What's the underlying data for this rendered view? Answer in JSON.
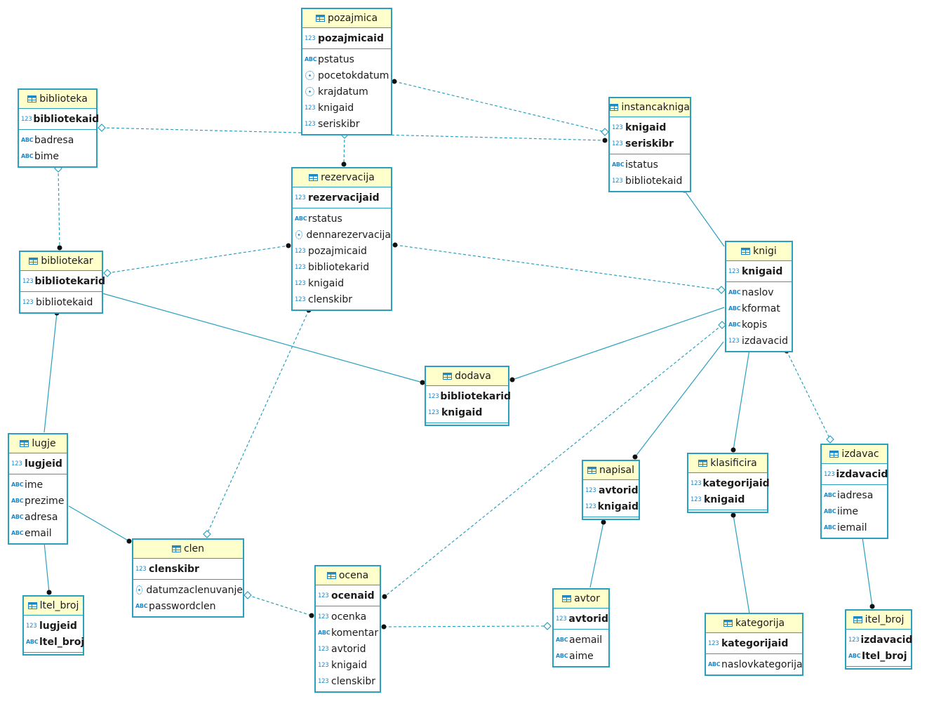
{
  "tables": [
    {
      "id": "pozajmica",
      "name": "pozajmica",
      "keys": [
        {
          "type": "123",
          "col": "pozajmicaid"
        }
      ],
      "cols": [
        {
          "type": "abc",
          "col": "pstatus"
        },
        {
          "type": "date",
          "col": "pocetokdatum"
        },
        {
          "type": "date",
          "col": "krajdatum"
        },
        {
          "type": "123",
          "col": "knigaid"
        },
        {
          "type": "123",
          "col": "seriskibr"
        }
      ]
    },
    {
      "id": "biblioteka",
      "name": "biblioteka",
      "keys": [
        {
          "type": "123",
          "col": "bibliotekaid"
        }
      ],
      "cols": [
        {
          "type": "abc",
          "col": "badresa"
        },
        {
          "type": "abc",
          "col": "bime"
        }
      ]
    },
    {
      "id": "instancakniga",
      "name": "instancakniga",
      "keys": [
        {
          "type": "123",
          "col": "knigaid"
        },
        {
          "type": "123",
          "col": "seriskibr"
        }
      ],
      "cols": [
        {
          "type": "abc",
          "col": "istatus"
        },
        {
          "type": "123",
          "col": "bibliotekaid"
        }
      ]
    },
    {
      "id": "rezervacija",
      "name": "rezervacija",
      "keys": [
        {
          "type": "123",
          "col": "rezervacijaid"
        }
      ],
      "cols": [
        {
          "type": "abc",
          "col": "rstatus"
        },
        {
          "type": "date",
          "col": "dennarezervacija"
        },
        {
          "type": "123",
          "col": "pozajmicaid"
        },
        {
          "type": "123",
          "col": "bibliotekarid"
        },
        {
          "type": "123",
          "col": "knigaid"
        },
        {
          "type": "123",
          "col": "clenskibr"
        }
      ]
    },
    {
      "id": "bibliotekar",
      "name": "bibliotekar",
      "keys": [
        {
          "type": "123",
          "col": "bibliotekarid"
        }
      ],
      "cols": [
        {
          "type": "123",
          "col": "bibliotekaid"
        }
      ]
    },
    {
      "id": "knigi",
      "name": "knigi",
      "keys": [
        {
          "type": "123",
          "col": "knigaid"
        }
      ],
      "cols": [
        {
          "type": "abc",
          "col": "naslov"
        },
        {
          "type": "abc",
          "col": "kformat"
        },
        {
          "type": "abc",
          "col": "kopis"
        },
        {
          "type": "123",
          "col": "izdavacid"
        }
      ]
    },
    {
      "id": "dodava",
      "name": "dodava",
      "keys": [
        {
          "type": "123",
          "col": "bibliotekarid"
        },
        {
          "type": "123",
          "col": "knigaid"
        }
      ],
      "cols": []
    },
    {
      "id": "lugje",
      "name": "lugje",
      "keys": [
        {
          "type": "123",
          "col": "lugjeid"
        }
      ],
      "cols": [
        {
          "type": "abc",
          "col": "ime"
        },
        {
          "type": "abc",
          "col": "prezime"
        },
        {
          "type": "abc",
          "col": "adresa"
        },
        {
          "type": "abc",
          "col": "email"
        }
      ]
    },
    {
      "id": "napisal",
      "name": "napisal",
      "keys": [
        {
          "type": "123",
          "col": "avtorid"
        },
        {
          "type": "123",
          "col": "knigaid"
        }
      ],
      "cols": []
    },
    {
      "id": "klasificira",
      "name": "klasificira",
      "keys": [
        {
          "type": "123",
          "col": "kategorijaid"
        },
        {
          "type": "123",
          "col": "knigaid"
        }
      ],
      "cols": []
    },
    {
      "id": "izdavac",
      "name": "izdavac",
      "keys": [
        {
          "type": "123",
          "col": "izdavacid"
        }
      ],
      "cols": [
        {
          "type": "abc",
          "col": "iadresa"
        },
        {
          "type": "abc",
          "col": "iime"
        },
        {
          "type": "abc",
          "col": "iemail"
        }
      ]
    },
    {
      "id": "clen",
      "name": "clen",
      "keys": [
        {
          "type": "123",
          "col": "clenskibr"
        }
      ],
      "cols": [
        {
          "type": "date",
          "col": "datumzaclenuvanje"
        },
        {
          "type": "abc",
          "col": "passwordclen"
        }
      ]
    },
    {
      "id": "ltel_broj",
      "name": "ltel_broj",
      "keys": [
        {
          "type": "123",
          "col": "lugjeid"
        },
        {
          "type": "abc",
          "col": "ltel_broj"
        }
      ],
      "cols": []
    },
    {
      "id": "ocena",
      "name": "ocena",
      "keys": [
        {
          "type": "123",
          "col": "ocenaid"
        }
      ],
      "cols": [
        {
          "type": "123",
          "col": "ocenka"
        },
        {
          "type": "abc",
          "col": "komentar"
        },
        {
          "type": "123",
          "col": "avtorid"
        },
        {
          "type": "123",
          "col": "knigaid"
        },
        {
          "type": "123",
          "col": "clenskibr"
        }
      ]
    },
    {
      "id": "avtor",
      "name": "avtor",
      "keys": [
        {
          "type": "123",
          "col": "avtorid"
        }
      ],
      "cols": [
        {
          "type": "abc",
          "col": "aemail"
        },
        {
          "type": "abc",
          "col": "aime"
        }
      ]
    },
    {
      "id": "kategorija",
      "name": "kategorija",
      "keys": [
        {
          "type": "123",
          "col": "kategorijaid"
        }
      ],
      "cols": [
        {
          "type": "abc",
          "col": "naslovkategorija"
        }
      ]
    },
    {
      "id": "itel_broj",
      "name": "itel_broj",
      "keys": [
        {
          "type": "123",
          "col": "izdavacid"
        },
        {
          "type": "abc",
          "col": "Itel_broj"
        }
      ],
      "cols": []
    }
  ],
  "colors": {
    "border": "#2aa0bf",
    "header": "#ffffcc",
    "icon": "#1e88c7"
  }
}
